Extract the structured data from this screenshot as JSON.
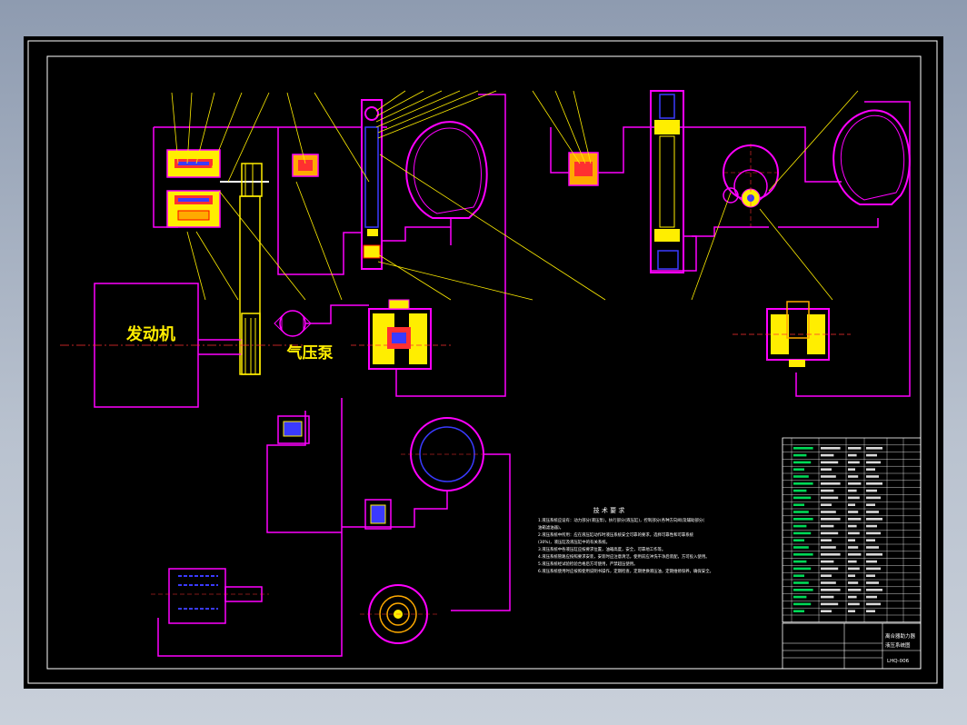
{
  "labels": {
    "engine": "发动机",
    "air_pump": "气压泵"
  },
  "tech_requirements": {
    "title": "技 术 要 求",
    "lines": [
      "1.液压系统应设有：动力部分(液压泵)，执行部分(液压缸)，控制部分(各种方向阀)及辅助部分(",
      "油箱滤油器)。",
      "2.液压系统中所用：应在液压缸动作时液压系统安全可靠的要求，选择可靠性和可靠系统",
      "(30%)，液压缸及液压缸中的有关系统。",
      "3.液压系统中各液压缸应按要求位置，油箱高度，安全，可靠地工作等。",
      "4.液压系统管路应按照要求安装，安装时应注意清洁，使用前应冲洗干净后装配，方可投入使用。",
      "5.液压系统经试验检验合格后方可使用，严禁超压使用。",
      "6.液压系统使用时应按照使用说明书操作，定期检查，定期更换液压油，定期维修保养，确保安全。"
    ]
  },
  "title_block": {
    "drawing_title_1": "离合器助力器",
    "drawing_title_2": "液压系统图",
    "drawing_number": "LHQ-006"
  }
}
